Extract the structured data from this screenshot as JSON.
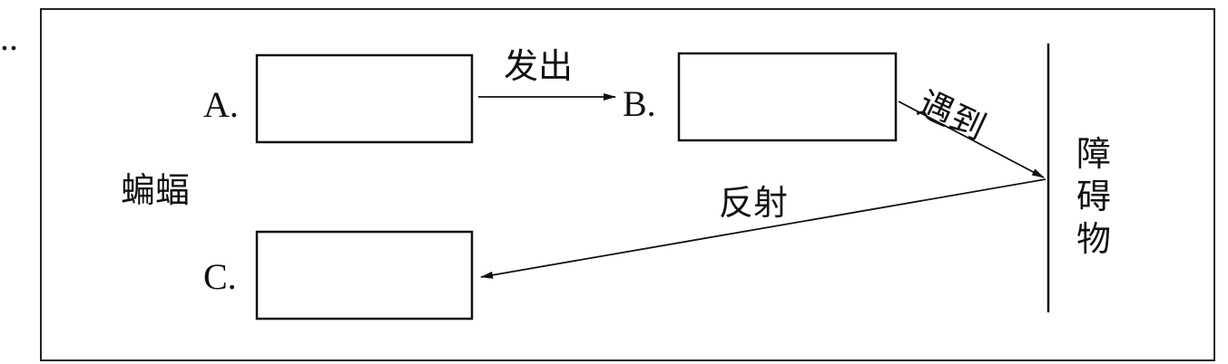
{
  "question_marker": "..",
  "subject": "蝙蝠",
  "labels": {
    "a": "A.",
    "b": "B.",
    "c": "C."
  },
  "arrows": {
    "emit": "发出",
    "encounter": "遇到",
    "reflect": "反射"
  },
  "obstacle": "障碍物",
  "boxes": {
    "a": "",
    "b": "",
    "c": ""
  }
}
